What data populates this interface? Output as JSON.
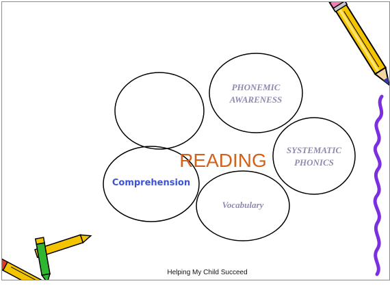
{
  "diagram": {
    "center_label": "READING",
    "circles": [
      {
        "id": "empty",
        "lines": []
      },
      {
        "id": "phonemic",
        "lines": [
          "PHONEMIC",
          "AWARENESS"
        ]
      },
      {
        "id": "phonics",
        "lines": [
          "SYSTEMATIC",
          "PHONICS"
        ]
      },
      {
        "id": "comprehension",
        "lines": [
          "Comprehension"
        ]
      },
      {
        "id": "vocabulary",
        "lines": [
          "Vocabulary"
        ]
      }
    ]
  },
  "footer": {
    "text": "Helping My Child Succeed"
  },
  "colors": {
    "reading": "#d2611a",
    "topic_text": "#8e8ab0",
    "comprehension": "#3d53d4",
    "squiggle": "#7b2fe0",
    "pencil_yellow": "#f5c400"
  },
  "decorations": [
    "pencil-icon",
    "crayons-icon",
    "squiggle-line"
  ]
}
